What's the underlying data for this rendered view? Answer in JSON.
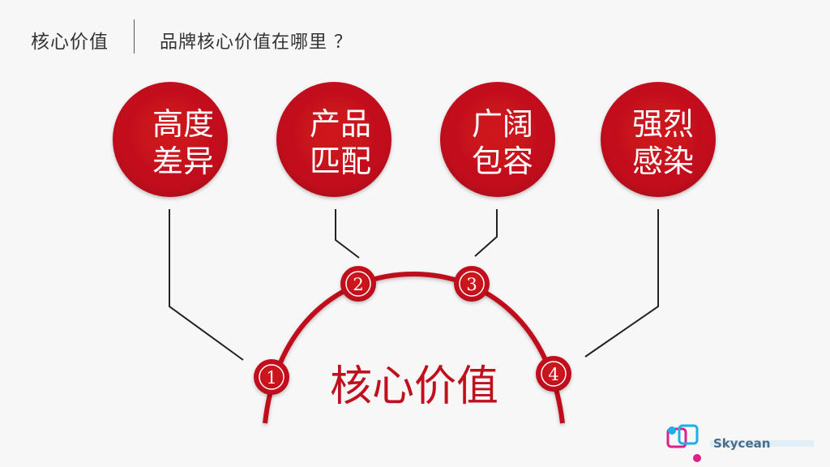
{
  "header": {
    "title": "核心价值",
    "subtitle": "品牌核心价值在哪里 ？"
  },
  "diagram": {
    "center_label": "核心价值",
    "values": [
      {
        "number": "1",
        "line1": "高度",
        "line2": "差异"
      },
      {
        "number": "2",
        "line1": "产品",
        "line2": "匹配"
      },
      {
        "number": "3",
        "line1": "广阔",
        "line2": "包容"
      },
      {
        "number": "4",
        "line1": "强烈",
        "line2": "感染"
      }
    ]
  },
  "logo": {
    "text": "Skycean"
  },
  "colors": {
    "accent": "#c0101d",
    "accent_dark": "#9a0c16",
    "background": "#f7f7f7",
    "line": "#222222"
  }
}
